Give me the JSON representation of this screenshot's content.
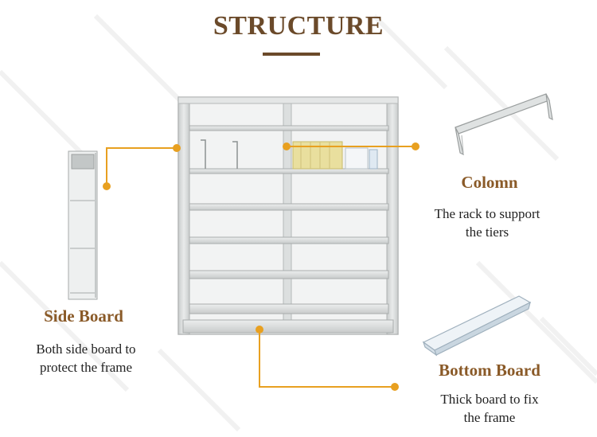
{
  "heading": {
    "title": "STRUCTURE"
  },
  "parts": {
    "side_board": {
      "label": "Side Board",
      "description_line1": "Both side board to",
      "description_line2": "protect the frame"
    },
    "colomn": {
      "label": "Colomn",
      "description_line1": "The rack to support",
      "description_line2": "the tiers"
    },
    "bottom_board": {
      "label": "Bottom Board",
      "description_line1": "Thick board to fix",
      "description_line2": "the frame"
    }
  },
  "colors": {
    "title": "#6b4a2a",
    "accent": "#e8a020",
    "label": "#8a5a28",
    "metal": "#d9dcdc",
    "metal_dark": "#a9adad",
    "books": "#e8dd9a"
  }
}
